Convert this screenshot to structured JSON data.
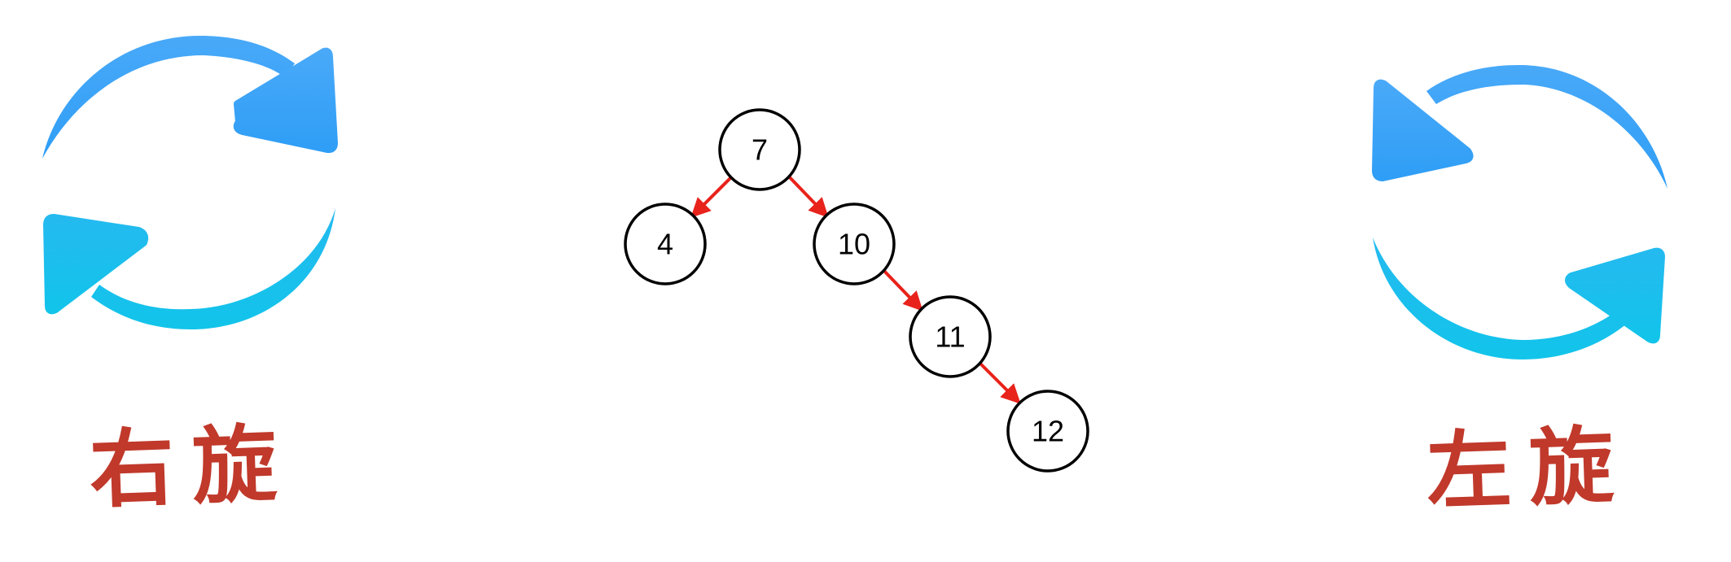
{
  "labels": {
    "rotate_right": "右旋",
    "rotate_left": "左旋"
  },
  "tree": {
    "nodes": [
      {
        "id": "n7",
        "label": "7"
      },
      {
        "id": "n4",
        "label": "4"
      },
      {
        "id": "n10",
        "label": "10"
      },
      {
        "id": "n11",
        "label": "11"
      },
      {
        "id": "n12",
        "label": "12"
      }
    ],
    "edges": [
      {
        "from": "n7",
        "to": "n4"
      },
      {
        "from": "n7",
        "to": "n10"
      },
      {
        "from": "n10",
        "to": "n11"
      },
      {
        "from": "n11",
        "to": "n12"
      }
    ]
  },
  "icons": {
    "left": "rotate-right-icon",
    "right": "rotate-left-icon"
  },
  "colors": {
    "caption": "#c0392b",
    "edge": "#e8231b",
    "node_stroke": "#000000",
    "icon_top": "#3aa6f7",
    "icon_bottom": "#17c6ea"
  }
}
